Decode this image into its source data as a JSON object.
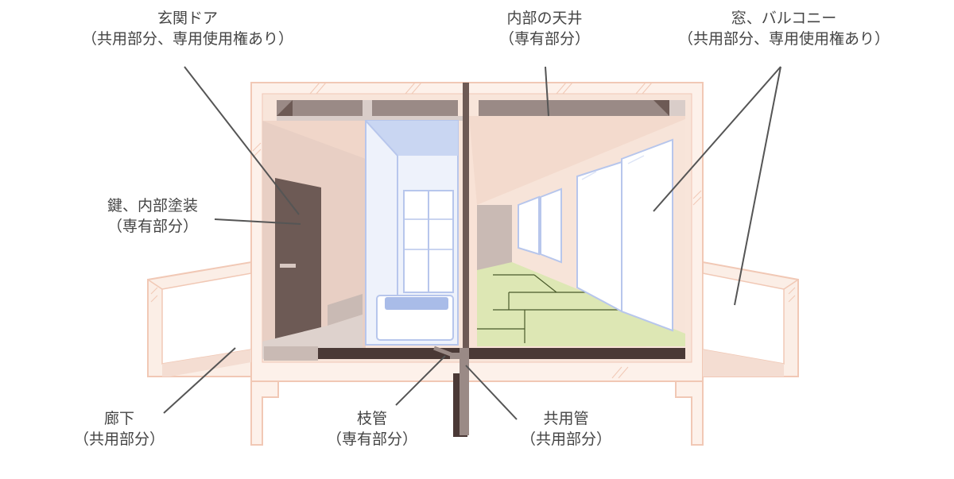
{
  "labels": {
    "entrance_door": {
      "title": "玄関ドア",
      "sub": "（共用部分、専用使用権あり）"
    },
    "ceiling": {
      "title": "内部の天井",
      "sub": "（専有部分）"
    },
    "window_balcony": {
      "title": "窓、バルコニー",
      "sub": "（共用部分、専用使用権あり）"
    },
    "lock_paint": {
      "title": "鍵、内部塗装",
      "sub": "（専有部分）"
    },
    "corridor": {
      "title": "廊下",
      "sub": "（共用部分）"
    },
    "branch_pipe": {
      "title": "枝管",
      "sub": "（専有部分）"
    },
    "common_pipe": {
      "title": "共用管",
      "sub": "（共用部分）"
    }
  },
  "colors": {
    "wall_pink": "#f6e2d6",
    "frame_pink": "#f1c8b5",
    "ceiling_dark": "#9a8a86",
    "floor_dark": "#4a3936",
    "door_brown": "#6d5a55",
    "tatami": "#dde7b4",
    "bath_blue": "#c9d6f2",
    "leader_line": "#555555",
    "label_text": "#444444"
  }
}
